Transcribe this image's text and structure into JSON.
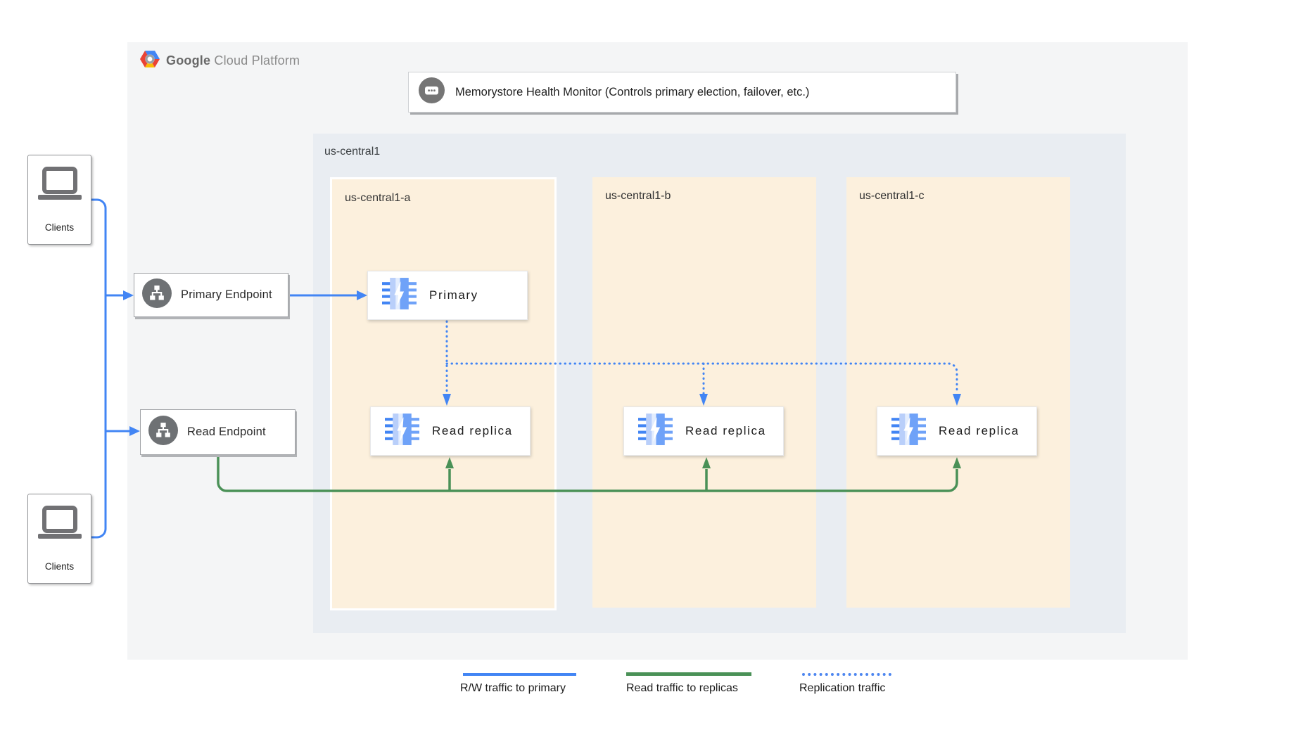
{
  "logo": {
    "brand": "Google",
    "product": "Cloud Platform"
  },
  "health_monitor": {
    "label": "Memorystore Health Monitor (Controls primary election, failover, etc.)",
    "icon": "chat-ellipsis-icon"
  },
  "region": {
    "label": "us-central1"
  },
  "zones": [
    {
      "label": "us-central1-a"
    },
    {
      "label": "us-central1-b"
    },
    {
      "label": "us-central1-c"
    }
  ],
  "nodes": {
    "primary": {
      "label": "Primary",
      "icon": "memorystore-icon"
    },
    "replica_a": {
      "label": "Read replica",
      "icon": "memorystore-icon"
    },
    "replica_b": {
      "label": "Read replica",
      "icon": "memorystore-icon"
    },
    "replica_c": {
      "label": "Read replica",
      "icon": "memorystore-icon"
    }
  },
  "endpoints": {
    "primary": {
      "label": "Primary Endpoint",
      "icon": "network-endpoint-icon"
    },
    "read": {
      "label": "Read Endpoint",
      "icon": "network-endpoint-icon"
    }
  },
  "clients": {
    "top": {
      "label": "Clients",
      "icon": "laptop-icon"
    },
    "bottom": {
      "label": "Clients",
      "icon": "laptop-icon"
    }
  },
  "legend": [
    {
      "label": "R/W traffic to primary",
      "style": "solid",
      "color": "#4285f4"
    },
    {
      "label": "Read traffic to replicas",
      "style": "solid",
      "color": "#4a9157"
    },
    {
      "label": "Replication traffic",
      "style": "dotted",
      "color": "#4285f4"
    }
  ],
  "colors": {
    "rw_traffic_blue": "#4285f4",
    "read_traffic_green": "#4a9157",
    "replication_blue": "#4285f4",
    "panel_bg": "#f4f5f6",
    "region_bg": "#e9edf2",
    "zone_bg": "#fcf0dd"
  }
}
